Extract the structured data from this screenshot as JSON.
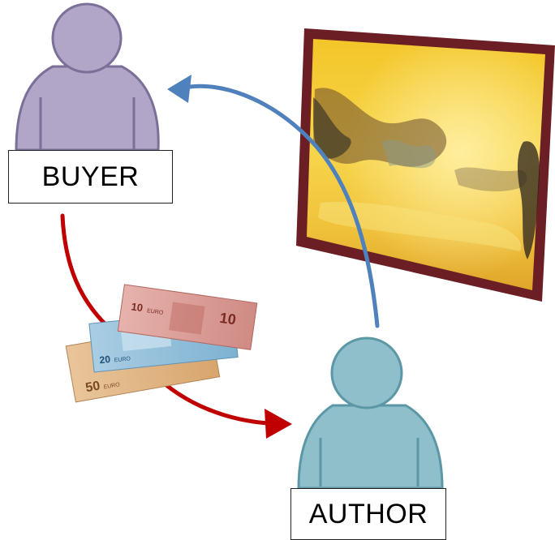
{
  "diagram": {
    "nodes": {
      "buyer": {
        "label": "BUYER",
        "color": "#b2a6c8",
        "outline": "#7c6f98"
      },
      "author": {
        "label": "AUTHOR",
        "color": "#8fbfcb",
        "outline": "#5c97a6"
      }
    },
    "objects": {
      "painting": {
        "icon": "painting-icon",
        "frame_color": "#6b1f24"
      },
      "money": {
        "icon": "euro-banknotes-icon",
        "denominations": [
          "10",
          "20",
          "50"
        ],
        "currency_text": "EURO"
      }
    },
    "edges": [
      {
        "from": "buyer",
        "to": "author",
        "carries": "money",
        "color": "#c00000"
      },
      {
        "from": "author",
        "to": "buyer",
        "carries": "painting",
        "color": "#4f81bd"
      }
    ]
  }
}
